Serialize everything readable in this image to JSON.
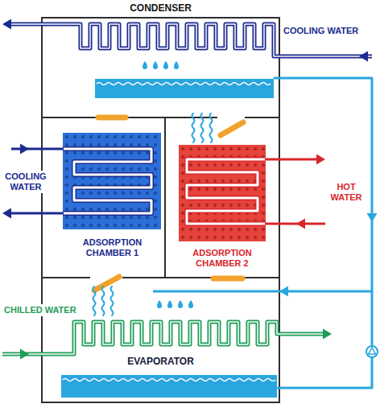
{
  "diagram": {
    "nodes": [
      {
        "text": [
          "CONDENSER"
        ]
      },
      {
        "text": [
          "ADSORPTION CHAMBER 1"
        ]
      },
      {
        "text": [
          "ADSORPTION CHAMBER 2"
        ]
      },
      {
        "text": [
          "EVAPORATOR"
        ]
      }
    ],
    "edges": [
      {
        "from": 0,
        "to": 3,
        "arrow": "to"
      }
    ],
    "labels": [
      "COOLING WATER",
      "COOLING WATER",
      "HOT WATER",
      "CHILLED WATER"
    ]
  }
}
